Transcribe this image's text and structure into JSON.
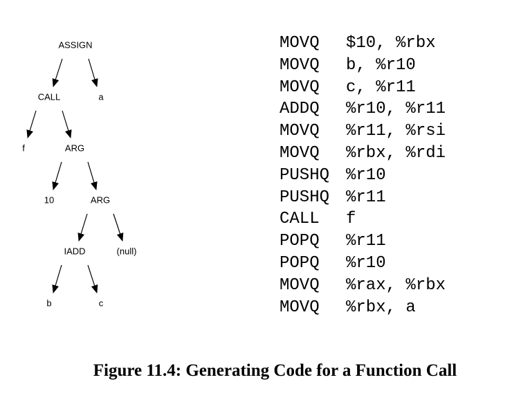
{
  "tree": {
    "nodes": [
      {
        "id": "assign",
        "label": "ASSIGN"
      },
      {
        "id": "call",
        "label": "CALL"
      },
      {
        "id": "a",
        "label": "a"
      },
      {
        "id": "f",
        "label": "f"
      },
      {
        "id": "arg1",
        "label": "ARG"
      },
      {
        "id": "ten",
        "label": "10"
      },
      {
        "id": "arg2",
        "label": "ARG"
      },
      {
        "id": "iadd",
        "label": "IADD"
      },
      {
        "id": "null",
        "label": "(null)"
      },
      {
        "id": "b",
        "label": "b"
      },
      {
        "id": "c",
        "label": "c"
      }
    ],
    "edges": [
      [
        "assign",
        "call"
      ],
      [
        "assign",
        "a"
      ],
      [
        "call",
        "f"
      ],
      [
        "call",
        "arg1"
      ],
      [
        "arg1",
        "ten"
      ],
      [
        "arg1",
        "arg2"
      ],
      [
        "arg2",
        "iadd"
      ],
      [
        "arg2",
        "null"
      ],
      [
        "iadd",
        "b"
      ],
      [
        "iadd",
        "c"
      ]
    ]
  },
  "code": [
    {
      "op": "MOVQ",
      "args": "$10, %rbx"
    },
    {
      "op": "MOVQ",
      "args": "b, %r10"
    },
    {
      "op": "MOVQ",
      "args": "c, %r11"
    },
    {
      "op": "ADDQ",
      "args": "%r10, %r11"
    },
    {
      "op": "MOVQ",
      "args": "%r11, %rsi"
    },
    {
      "op": "MOVQ",
      "args": "%rbx, %rdi"
    },
    {
      "op": "PUSHQ",
      "args": "%r10"
    },
    {
      "op": "PUSHQ",
      "args": "%r11"
    },
    {
      "op": "CALL",
      "args": "f"
    },
    {
      "op": "POPQ",
      "args": "%r11"
    },
    {
      "op": "POPQ",
      "args": "%r10"
    },
    {
      "op": "MOVQ",
      "args": "%rax, %rbx"
    },
    {
      "op": "MOVQ",
      "args": "%rbx, a"
    }
  ],
  "caption": "Figure 11.4: Generating Code for a Function Call"
}
